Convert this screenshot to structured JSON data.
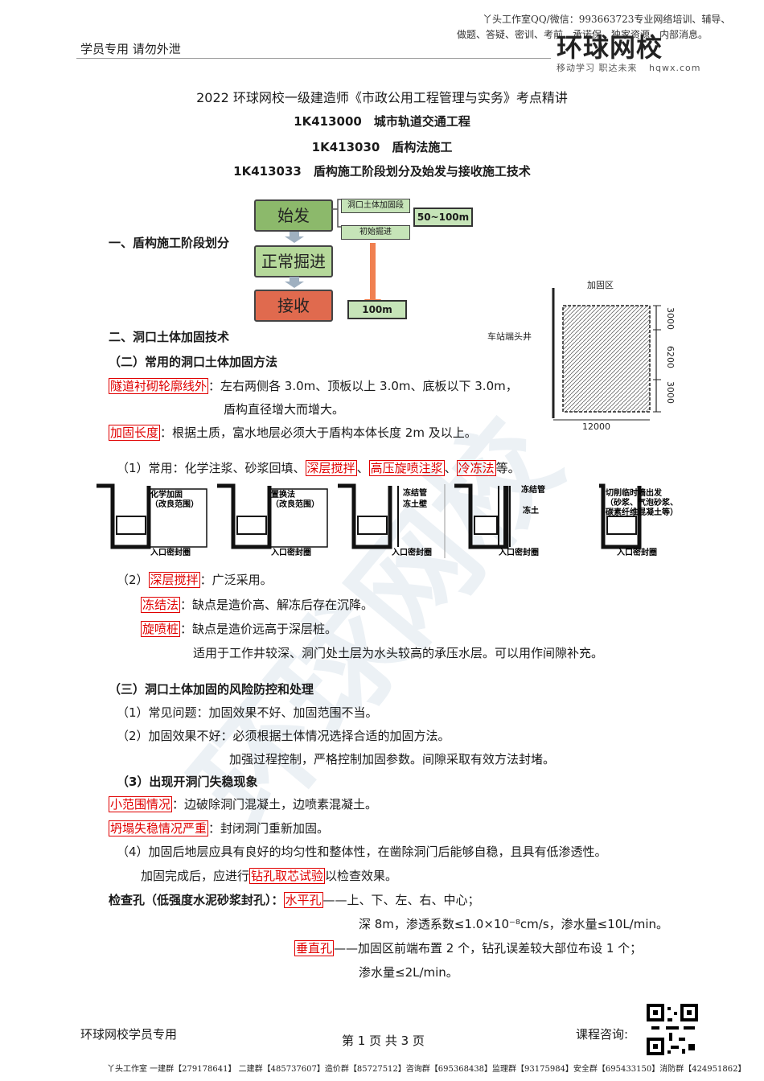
{
  "header": {
    "note_line1": "丫头工作室QQ/微信：993663723专业网络培训、辅导、",
    "note_line2": "做题、答疑、密训、考前、承诺保、独家资源、内部消息。",
    "left": "学员专用 请勿外泄",
    "logo_text": "环球网校",
    "logo_tagline": "移动学习 职达未来",
    "logo_url": "hqwx.com"
  },
  "title": "2022 环球网校一级建造师《市政公用工程管理与实务》考点精讲",
  "subtitle1": "1K413000　城市轨道交通工程",
  "subtitle2": "1K413030　盾构法施工",
  "subtitle3": "1K413033　盾构施工阶段划分及始发与接收施工技术",
  "section1": {
    "heading": "一、盾构施工阶段划分",
    "flow": [
      "始发",
      "正常掘进",
      "接收"
    ],
    "reinforce_label": "洞口土体加固段",
    "initial_label": "初始掘进",
    "range": "50~100m",
    "receive_len": "100m"
  },
  "section2": {
    "heading": "二、洞口土体加固技术",
    "sub1": "（二）常用的洞口土体加固方法",
    "scope_term": "隧道衬砌轮廓线外",
    "scope_text": "：左右两侧各 3.0m、顶板以上 3.0m、底板以下 3.0m，",
    "scope_text2": "盾构直径增大而增大。",
    "length_term": "加固长度",
    "length_text": "：根据土质，富水地层必须大于盾构本体长度 2m 及以上。",
    "diagram": {
      "zone_label": "加固区",
      "well_label": "车站端头井",
      "dims": [
        "3000",
        "6200",
        "3000"
      ],
      "width": "12000"
    },
    "common_prefix": "（1）常用：化学注浆、砂浆回填、",
    "common_t1": "深层搅拌",
    "common_sep1": "、",
    "common_t2": "高压旋喷注浆",
    "common_sep2": "、",
    "common_t3": "冷冻法",
    "common_suffix": "等。",
    "methods": [
      {
        "label1": "化学加固",
        "label2": "（改良范围）",
        "seal": "入口密封圈"
      },
      {
        "label1": "置换法",
        "label2": "（改良范围）",
        "seal": "入口密封圈"
      },
      {
        "label1": "冻结管",
        "label2": "冻土壁",
        "seal": "入口密封圈"
      },
      {
        "label1": "冻结管",
        "label2": "冻土",
        "seal": "入口密封圈"
      },
      {
        "label1": "切削临时墙出发",
        "label2": "（砂浆、气泡砂浆、",
        "label3": "碳素纤维混凝土等）",
        "seal": "入口密封圈"
      }
    ],
    "p2_prefix": "（2）",
    "p2_term": "深层搅拌",
    "p2_text": "：广泛采用。",
    "freeze_term": "冻结法",
    "freeze_text": "：缺点是造价高、解冻后存在沉降。",
    "jet_term": "旋喷桩",
    "jet_text": "：缺点是造价远高于深层桩。",
    "apply_text": "适用于工作井较深、洞门处土层为水头较高的承压水层。可以用作间隙补充。"
  },
  "section3": {
    "heading": "（三）洞口土体加固的风险防控和处理",
    "item1": "（1）常见问题：加固效果不好、加固范围不当。",
    "item2a": "（2）加固效果不好：必须根据土体情况选择合适的加固方法。",
    "item2b": "加强过程控制，严格控制加固参数。间隙采取有效方法封堵。",
    "item3": "（3）出现开洞门失稳现象",
    "small_term": "小范围情况",
    "small_text": "：边破除洞门混凝土，边喷素混凝土。",
    "collapse_term": "坍塌失稳情况严重",
    "collapse_text": "：封闭洞门重新加固。",
    "item4": "（4）加固后地层应具有良好的均匀性和整体性，在凿除洞门后能够自稳，且具有低渗透性。",
    "item4b_prefix": "加固完成后，应进行",
    "item4b_term": "钻孔取芯试验",
    "item4b_suffix": "以检查效果。",
    "check_label": "检查孔（低强度水泥砂浆封孔）：",
    "horiz_term": "水平孔",
    "horiz_text": "——上、下、左、右、中心；",
    "horiz_text2": "深 8m，渗透系数≤1.0×10⁻⁸cm/s，渗水量≤10L/min。",
    "vert_term": "垂直孔",
    "vert_text": "——加固区前端布置 2 个，钻孔误差较大部位布设 1 个；",
    "vert_text2": "渗水量≤2L/min。"
  },
  "footer": {
    "left": "环球网校学员专用",
    "page": "第 1 页 共 3 页",
    "consult": "课程咨询:",
    "bottom": "丫头工作室 一建群【279178641】 二建群【485737607】造价群【85727512】咨询群【695368438】监理群【93175984】安全群【695433150】消防群【424951862】"
  },
  "colors": {
    "flow_start": "#8cb96b",
    "flow_mid": "#b5d89a",
    "flow_end": "#e06a4e",
    "arrow_orange": "#f08050",
    "red_term": "#e00000"
  }
}
